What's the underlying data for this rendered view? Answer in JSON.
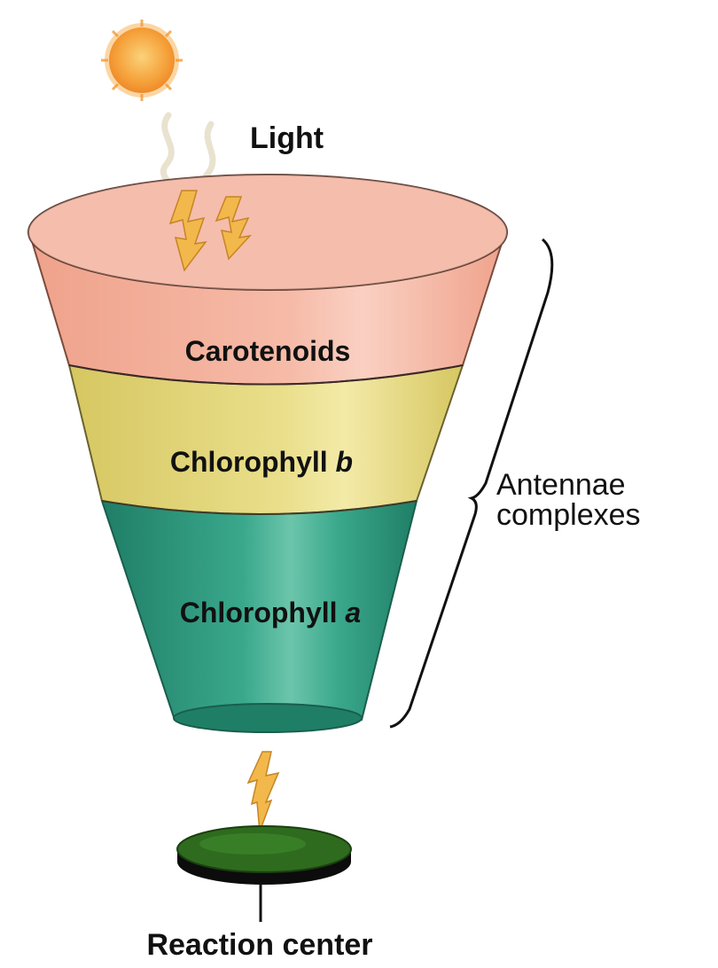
{
  "labels": {
    "light": "Light",
    "carotenoids": "Carotenoids",
    "chlorophyll_b_prefix": "Chlorophyll ",
    "chlorophyll_b_letter": "b",
    "chlorophyll_a_prefix": "Chlorophyll ",
    "chlorophyll_a_letter": "a",
    "antennae_line1": "Antennae",
    "antennae_line2": "complexes",
    "reaction_center": "Reaction center"
  },
  "colors": {
    "sun": "#f5a13a",
    "carotenoids": "#f4b09a",
    "chlorophyll_b": "#e3d67a",
    "chlorophyll_a": "#2f9a80",
    "reaction_center": "#2e6b1e",
    "arrow": "#f2b84b"
  }
}
